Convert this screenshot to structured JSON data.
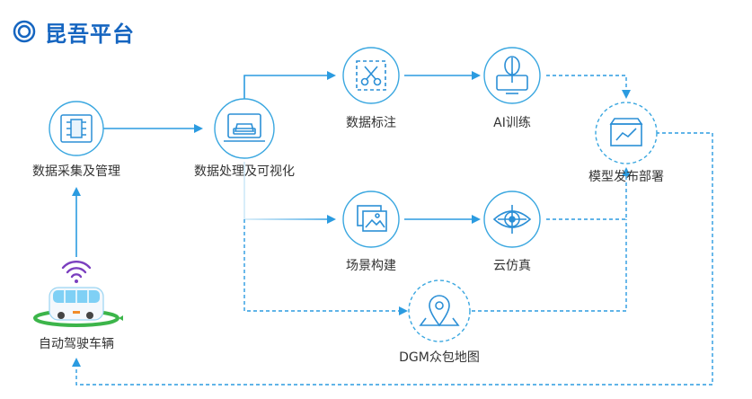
{
  "title": "昆吾平台",
  "colors": {
    "accent": "#1565c0",
    "line": "#3aa7e0",
    "icon": "#2b8fd6",
    "purple": "#7b3fbf",
    "green": "#3cb54a"
  },
  "nodes": {
    "data_collection": {
      "label": "数据采集及管理",
      "icon": "server-rack-icon"
    },
    "data_processing": {
      "label": "数据处理及可视化",
      "icon": "car-monitor-icon"
    },
    "data_labeling": {
      "label": "数据标注",
      "icon": "scissors-icon"
    },
    "ai_training": {
      "label": "AI训练",
      "icon": "brain-monitor-icon"
    },
    "model_deploy": {
      "label": "模型发布部署",
      "icon": "chart-box-icon"
    },
    "scene_build": {
      "label": "场景构建",
      "icon": "image-stack-icon"
    },
    "cloud_sim": {
      "label": "云仿真",
      "icon": "eye-target-icon"
    },
    "dgm_map": {
      "label": "DGM众包地图",
      "icon": "map-pin-icon"
    },
    "autonomous_car": {
      "label": "自动驾驶车辆",
      "icon": "autonomous-car-icon"
    }
  }
}
